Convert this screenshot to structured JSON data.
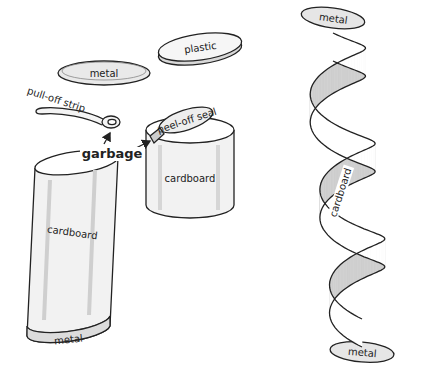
{
  "diagram": {
    "labels": [
      "metal",
      "pull-off strip",
      "plastic",
      "peel-off seal",
      "garbage",
      "cardboard",
      "cardboard",
      "metal",
      "metal",
      "cardboard",
      "metal"
    ]
  }
}
